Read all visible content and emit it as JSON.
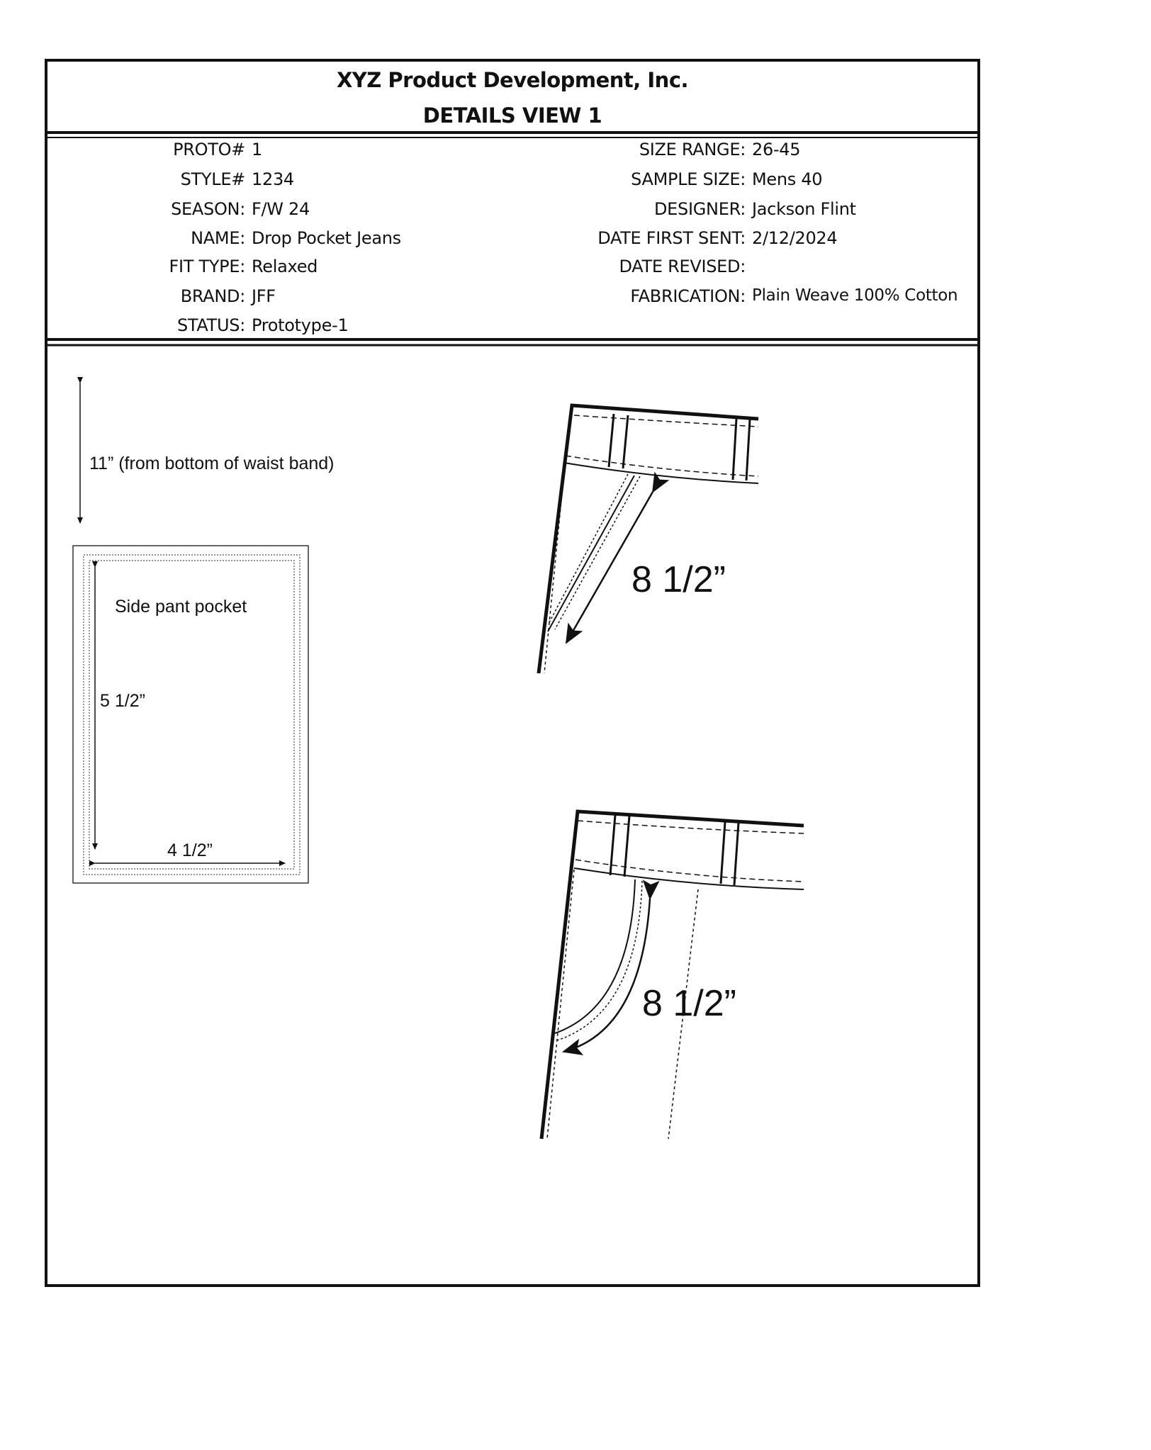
{
  "header": {
    "company": "XYZ Product Development, Inc.",
    "view_title": "DETAILS VIEW 1"
  },
  "info_left": [
    {
      "label": "PROTO#",
      "value": "1"
    },
    {
      "label": "STYLE#",
      "value": "1234"
    },
    {
      "label": "SEASON:",
      "value": "F/W 24"
    },
    {
      "label": "NAME:",
      "value": "Drop Pocket Jeans"
    },
    {
      "label": "FIT TYPE:",
      "value": "Relaxed"
    },
    {
      "label": "BRAND:",
      "value": "JFF"
    },
    {
      "label": "STATUS:",
      "value": "Prototype-1"
    }
  ],
  "info_right": [
    {
      "label": "SIZE RANGE:",
      "value": "26-45"
    },
    {
      "label": "SAMPLE SIZE:",
      "value": "Mens 40"
    },
    {
      "label": "DESIGNER:",
      "value": "Jackson Flint"
    },
    {
      "label": "DATE FIRST SENT:",
      "value": "2/12/2024"
    },
    {
      "label": "DATE REVISED:",
      "value": ""
    },
    {
      "label": "FABRICATION:",
      "value": "Plain Weave 100% Cotton"
    }
  ],
  "details": {
    "placement_note": "11” (from bottom of waist band)",
    "pocket_label": "Side pant pocket",
    "pocket_height": "5 1/2”",
    "pocket_width": "4 1/2”",
    "straight_opening": "8 1/2”",
    "curved_opening": "8 1/2”"
  }
}
